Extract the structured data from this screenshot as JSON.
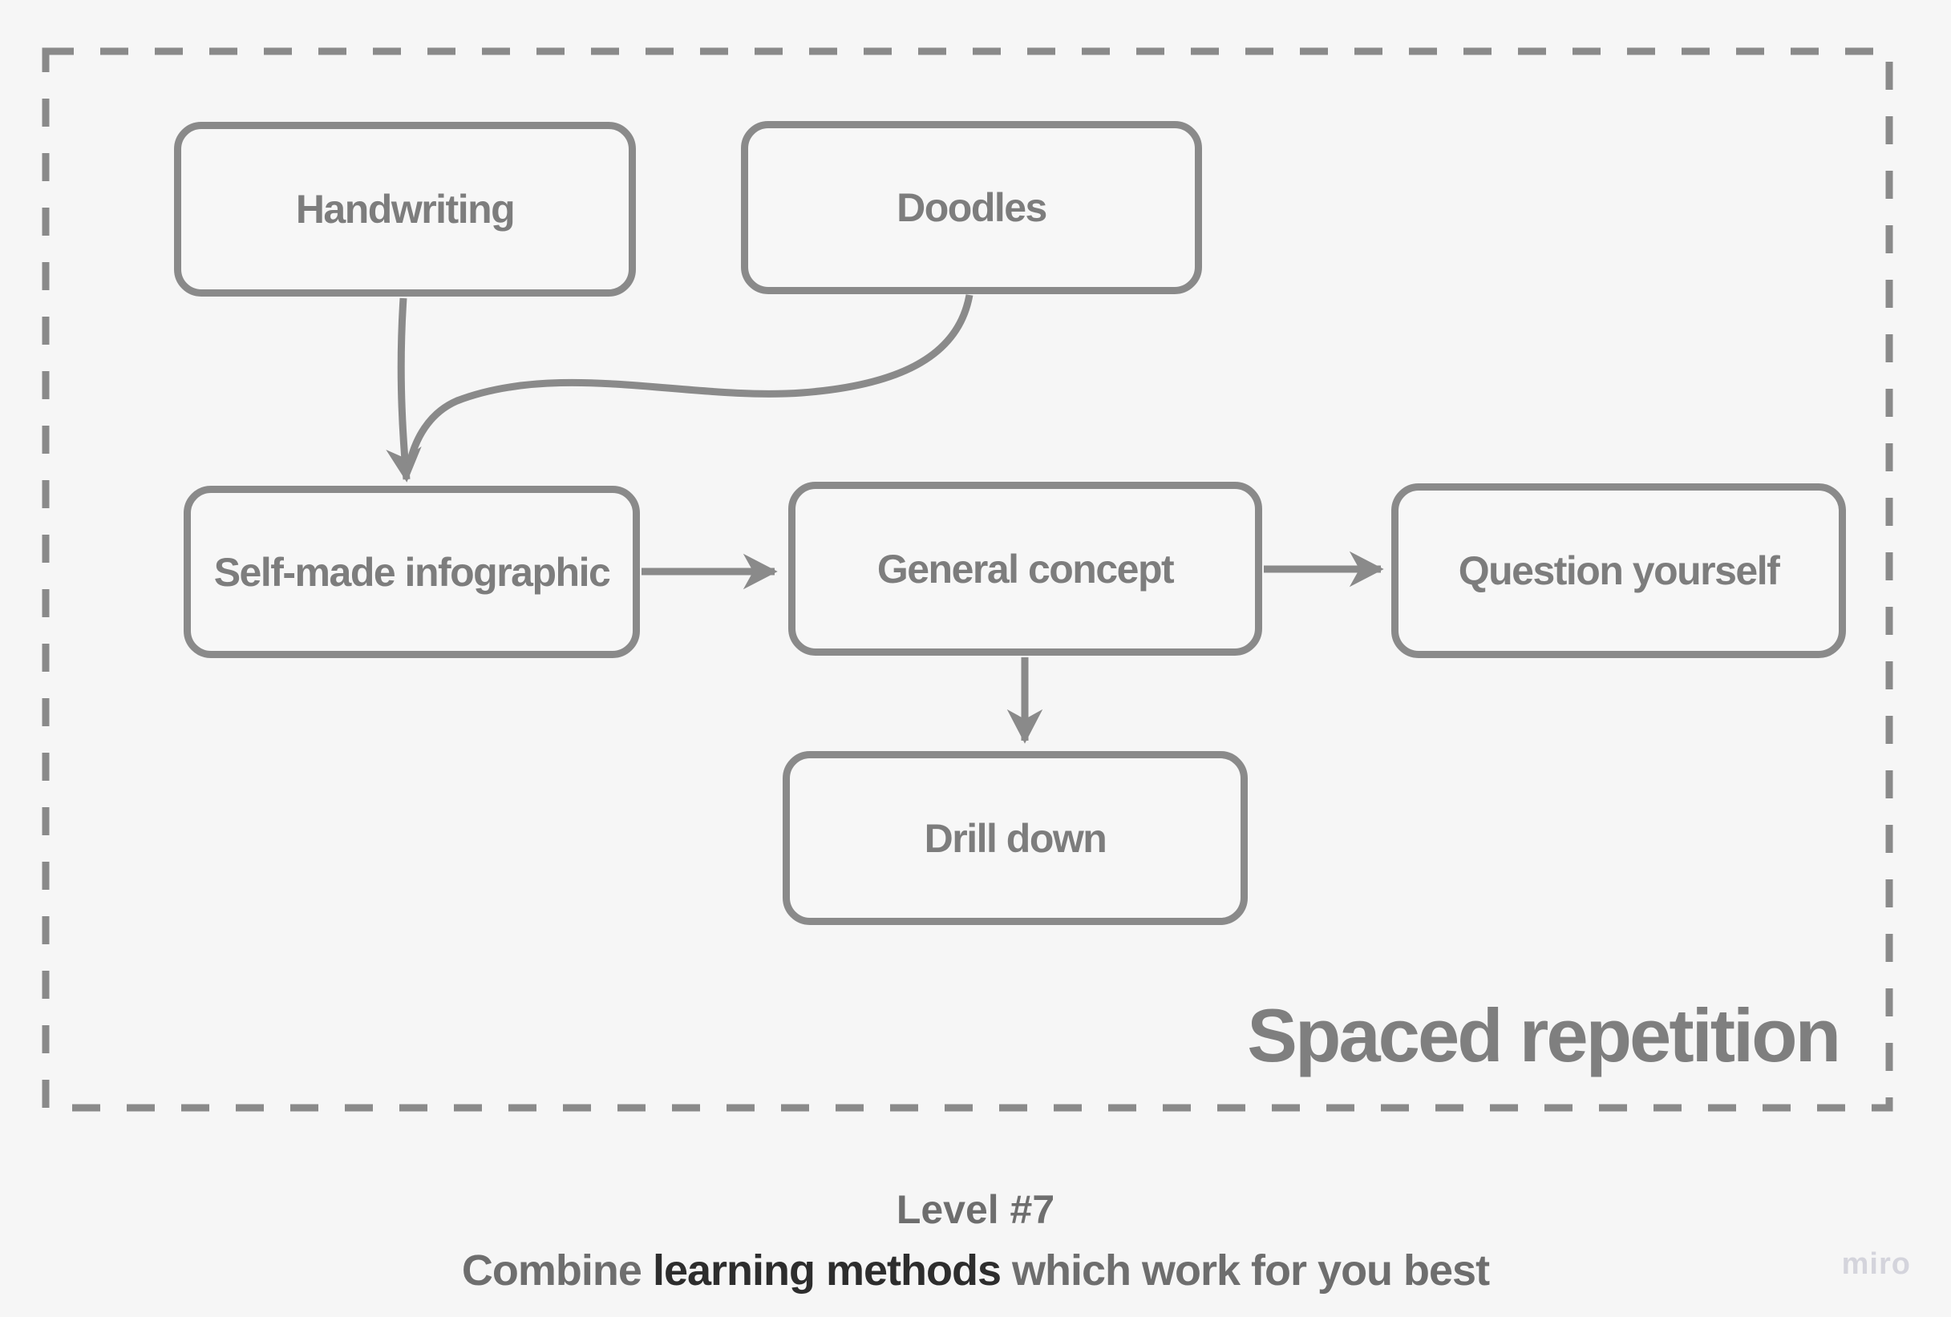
{
  "frame": {
    "title": "Spaced repetition"
  },
  "nodes": [
    {
      "id": "handwriting",
      "label": "Handwriting"
    },
    {
      "id": "doodles",
      "label": "Doodles"
    },
    {
      "id": "self-made-infographic",
      "label": "Self-made infographic"
    },
    {
      "id": "general-concept",
      "label": "General concept"
    },
    {
      "id": "question-yourself",
      "label": "Question yourself"
    },
    {
      "id": "drill-down",
      "label": "Drill down"
    }
  ],
  "edges": [
    {
      "from": "handwriting",
      "to": "self-made-infographic"
    },
    {
      "from": "doodles",
      "to": "self-made-infographic"
    },
    {
      "from": "self-made-infographic",
      "to": "general-concept"
    },
    {
      "from": "general-concept",
      "to": "question-yourself"
    },
    {
      "from": "general-concept",
      "to": "drill-down"
    }
  ],
  "caption": {
    "line1": "Level #7",
    "line2": {
      "prefix": "Combine ",
      "emphasis": "learning methods",
      "suffix": " which work for you best"
    }
  },
  "watermark": "miro",
  "colors": {
    "background": "#f6f6f6",
    "stroke": "#8a8a8a",
    "node_text": "#7d7d7d",
    "title_text": "#7f7f7f",
    "caption_text": "#6e6e6e",
    "caption_emphasis": "#2d2d2d",
    "watermark": "#d4d4dc"
  }
}
